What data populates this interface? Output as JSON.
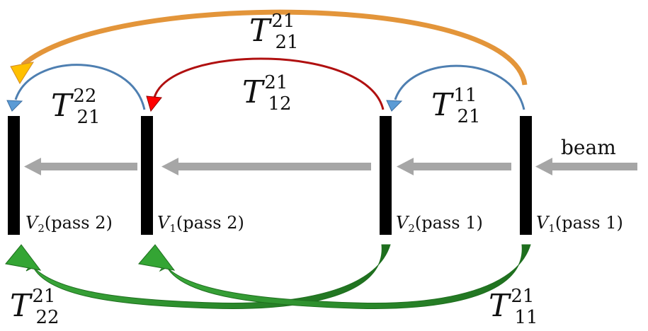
{
  "beam_label": "beam",
  "transfers": {
    "t21_21": {
      "symbol": "T",
      "sup": "21",
      "sub": "21"
    },
    "t22_21": {
      "symbol": "T",
      "sup": "22",
      "sub": "21"
    },
    "t21_12": {
      "symbol": "T",
      "sup": "21",
      "sub": "12"
    },
    "t11_21": {
      "symbol": "T",
      "sup": "11",
      "sub": "21"
    },
    "t21_22": {
      "symbol": "T",
      "sup": "21",
      "sub": "22"
    },
    "t21_11": {
      "symbol": "T",
      "sup": "21",
      "sub": "11"
    }
  },
  "screens": {
    "v2_pass2": {
      "var": "V",
      "sub": "2",
      "text": "(pass 2)"
    },
    "v1_pass2": {
      "var": "V",
      "sub": "1",
      "text": "(pass 2)"
    },
    "v2_pass1": {
      "var": "V",
      "sub": "2",
      "text": "(pass 1)"
    },
    "v1_pass1": {
      "var": "V",
      "sub": "1",
      "text": "(pass 1)"
    }
  },
  "colors": {
    "orange": "#e3953a",
    "orange_head": "#ffc000",
    "blue": "#4e7fb1",
    "blue_head": "#5b9bd5",
    "red": "#b01010",
    "red_head": "#ff0000",
    "green": "#2e8b2e",
    "green_head": "#34a534",
    "gray": "#a6a6a6",
    "black": "#000000"
  }
}
